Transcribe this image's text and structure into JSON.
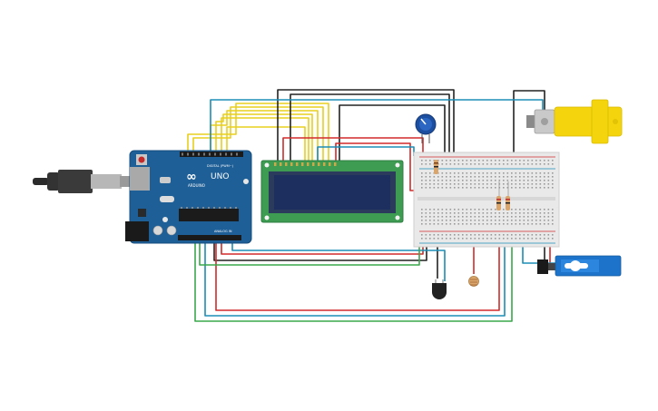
{
  "board": {
    "brand_mark": "∞",
    "model": "UNO",
    "maker": "ARDUINO",
    "header_top": "DIGITAL (PWM~)",
    "header_bottom": "ANALOG IN"
  },
  "colors": {
    "background": "#ffffff",
    "arduino_blue": "#1e5f97",
    "lcd_green": "#3d9b52",
    "lcd_screen": "#1c2f5e",
    "breadboard": "#e9e9e9",
    "motor_yellow": "#f4d40c",
    "servo_blue": "#1d73c9",
    "wire_yellow": "#e8cf1f",
    "wire_black": "#222222",
    "wire_red": "#d22a2a",
    "wire_teal": "#1b8eb5",
    "wire_green": "#39a84a"
  },
  "icons": {
    "usb": "usb-cable-icon",
    "potentiometer": "potentiometer-icon",
    "motor": "dc-motor-icon",
    "servo": "servo-icon",
    "sensor": "temperature-sensor-icon",
    "photoresistor": "photoresistor-icon"
  }
}
